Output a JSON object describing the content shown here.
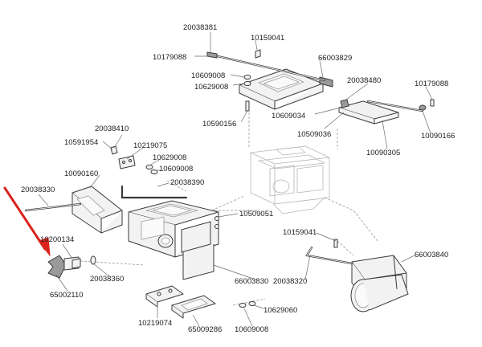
{
  "colors": {
    "arrow": "#d9241c",
    "line": "#3a3a3a",
    "label": "#222222"
  },
  "parts": {
    "p20038381": "20038381",
    "p10159041a": "10159041",
    "p10179088a": "10179088",
    "p66003829": "66003829",
    "p10609008a": "10609008",
    "p10629008a": "10629008",
    "p20038480": "20038480",
    "p10179088b": "10179088",
    "p10609034": "10609034",
    "p10590156": "10590156",
    "p10509036": "10509036",
    "p10090166": "10090166",
    "p10090305": "10090305",
    "p20038410": "20038410",
    "p10591954": "10591954",
    "p10219075": "10219075",
    "p10629008b": "10629008",
    "p10609008b": "10609008",
    "p10090160": "10090160",
    "p20038390": "20038390",
    "p20038330": "20038330",
    "p10509051": "10509051",
    "p10200134": "10200134",
    "p10159041b": "10159041",
    "p66003840": "66003840",
    "p20038360": "20038360",
    "p66003830": "66003830",
    "p20038320": "20038320",
    "p65002110": "65002110",
    "p10629060": "10629060",
    "p10219074": "10219074",
    "p65009286": "65009286",
    "p10609008c": "10609008"
  }
}
